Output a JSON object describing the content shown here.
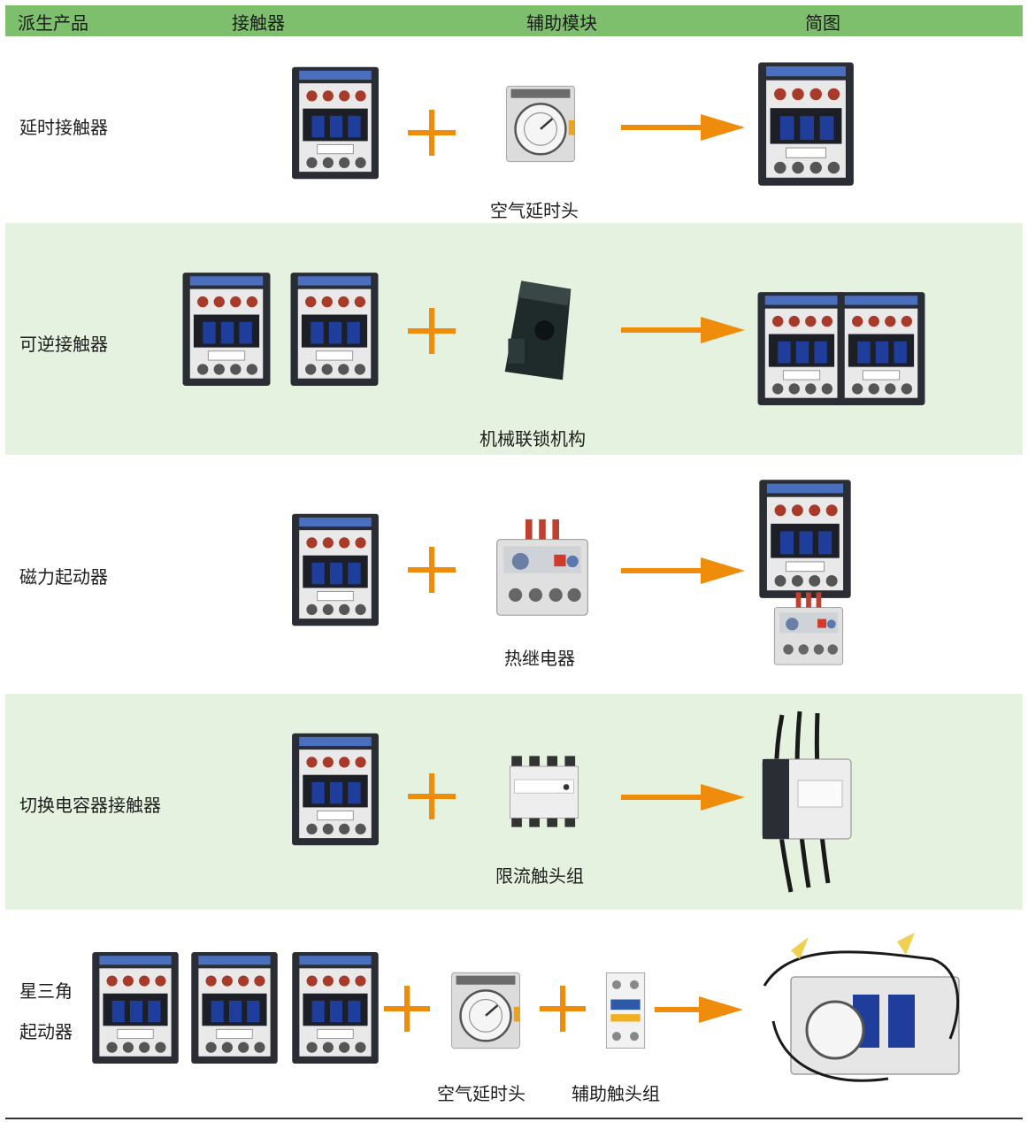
{
  "header": {
    "col1": "派生产品",
    "col2": "接触器",
    "col3": "辅助模块",
    "col4": "简图"
  },
  "rows": [
    {
      "label": "延时接触器",
      "module": "空气延时头"
    },
    {
      "label": "可逆接触器",
      "module": "机械联锁机构"
    },
    {
      "label": "磁力起动器",
      "module": "热继电器"
    },
    {
      "label": "切换电容器接触器",
      "module": "限流触头组"
    },
    {
      "label_line1": "星三角",
      "label_line2": "起动器",
      "module1": "空气延时头",
      "module2": "辅助触头组"
    }
  ],
  "colors": {
    "header_bg": "#7ebf6e",
    "alt_row_bg": "#e6f2e0",
    "accent_orange": "#f08c0c"
  },
  "icons": {
    "contactor": "contactor-icon",
    "time-delay-block": "time-delay-block-icon",
    "mechanical-interlock": "mechanical-interlock-icon",
    "thermal-relay": "thermal-relay-icon",
    "contact-block": "contact-block-icon",
    "assembly": "assembly-icon"
  }
}
